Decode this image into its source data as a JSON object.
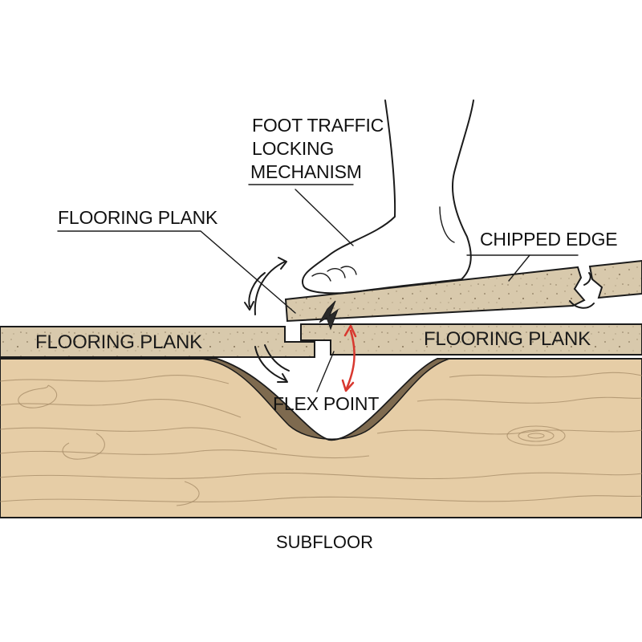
{
  "labels": {
    "foot_traffic": "FOOT TRAFFIC",
    "locking": "LOCKING",
    "mechanism": "MECHANISM",
    "flooring_plank_callout": "FLOORING PLANK",
    "chipped_edge": "CHIPPED EDGE",
    "flooring_plank_left": "FLOORING PLANK",
    "flooring_plank_right": "FLOORING PLANK",
    "flex_point": "FLEX POINT",
    "subfloor": "SUBFLOOR"
  },
  "colors": {
    "plank_fill": "#d8c9ac",
    "subfloor_fill": "#e6cda6",
    "dip_fill": "#7e6a4f",
    "flex_arrow": "#d8382f",
    "ink": "#1b1b1b"
  },
  "icons": {
    "foot": "foot-illustration",
    "rotation_arrows": "curved-arrows-icon",
    "flex_arrow": "double-arrow-icon",
    "break": "crack-icon"
  }
}
